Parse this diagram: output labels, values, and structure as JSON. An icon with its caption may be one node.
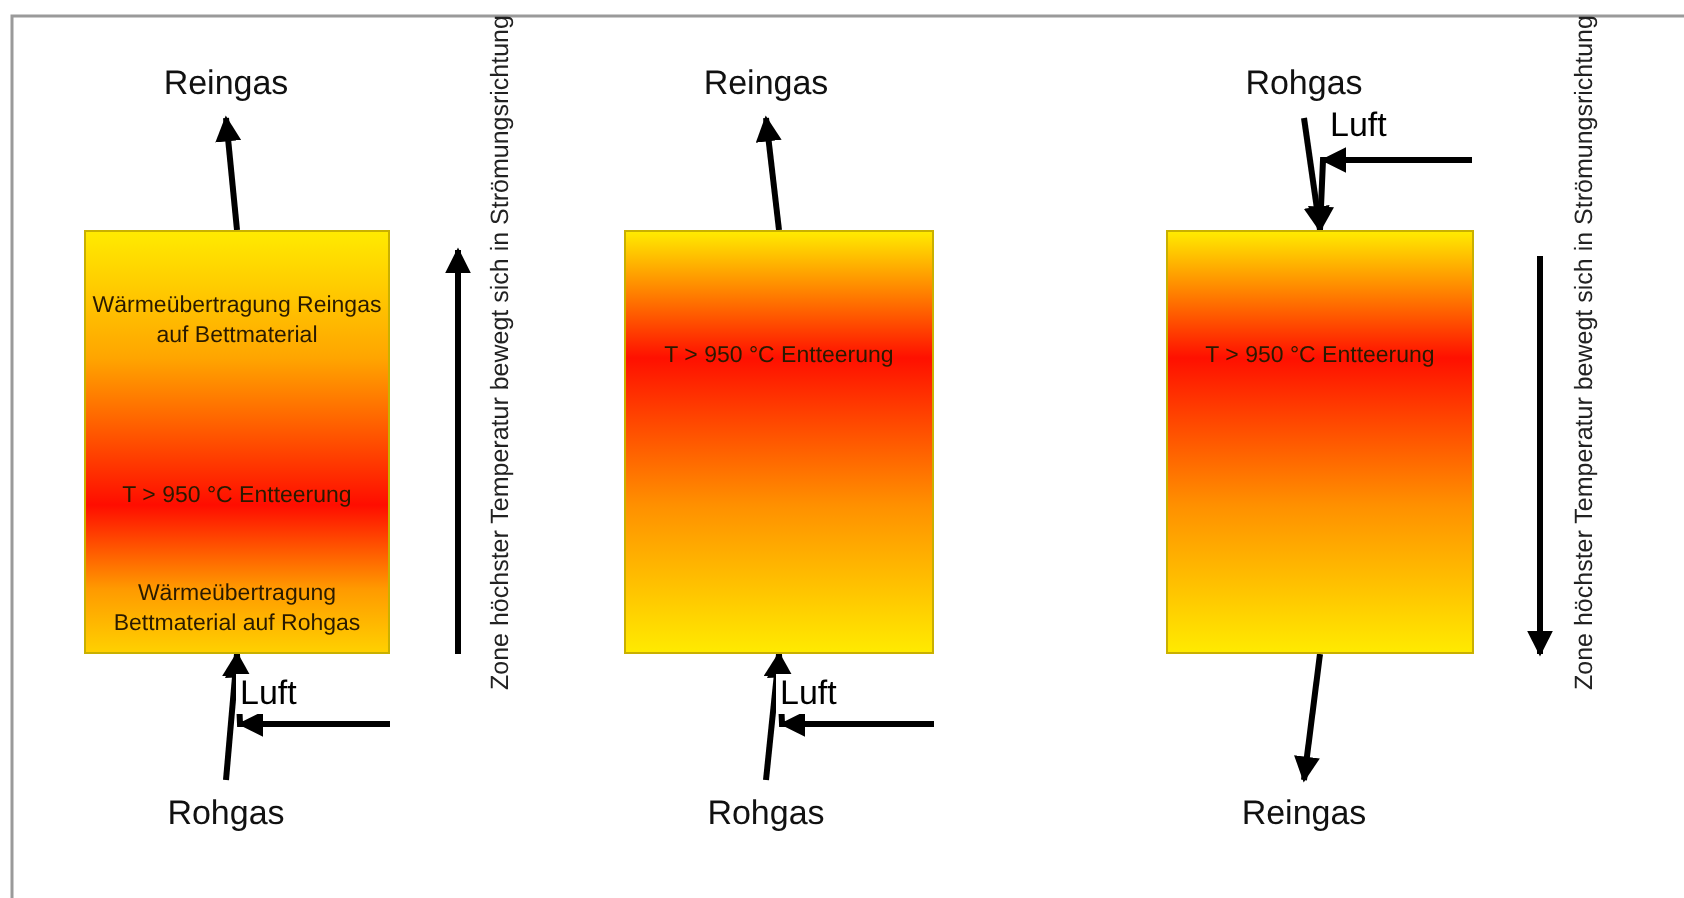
{
  "diagram": {
    "nodes": [
      {
        "text": [
          "Reingas"
        ]
      },
      {
        "text": [
          "Wärmeübertragung Reingas auf Bettmaterial",
          "T > 950 °C Entteerung",
          "Wärmeübertragung Bettmaterial auf Rohgas"
        ]
      },
      {
        "text": [
          "Rohgas"
        ]
      },
      {
        "text": [
          "Reingas"
        ]
      },
      {
        "text": [
          "T > 950 °C Entteerung"
        ]
      },
      {
        "text": [
          "Rohgas"
        ]
      },
      {
        "text": [
          "Rohgas"
        ]
      },
      {
        "text": [
          "T > 950 °C Entteerung"
        ]
      },
      {
        "text": [
          "Reingas"
        ]
      }
    ],
    "edges": [
      {
        "from": 1,
        "to": 0,
        "arrow": "to"
      },
      {
        "from": 2,
        "to": 1,
        "arrow": "to"
      },
      {
        "from": null,
        "to": 1,
        "arrow": "to",
        "label": "Luft"
      },
      {
        "from": 4,
        "to": 3,
        "arrow": "to"
      },
      {
        "from": 5,
        "to": 4,
        "arrow": "to"
      },
      {
        "from": null,
        "to": 4,
        "arrow": "to",
        "label": "Luft"
      },
      {
        "from": 6,
        "to": 7,
        "arrow": "to"
      },
      {
        "from": null,
        "to": 7,
        "arrow": "to",
        "label": "Luft"
      },
      {
        "from": 7,
        "to": 8,
        "arrow": "to"
      }
    ],
    "labels": [
      "Zone höchster Temperatur bewegt sich in Strömungsrichtung",
      "Zone höchster Temperatur bewegt sich in Strömungsrichtung"
    ]
  }
}
